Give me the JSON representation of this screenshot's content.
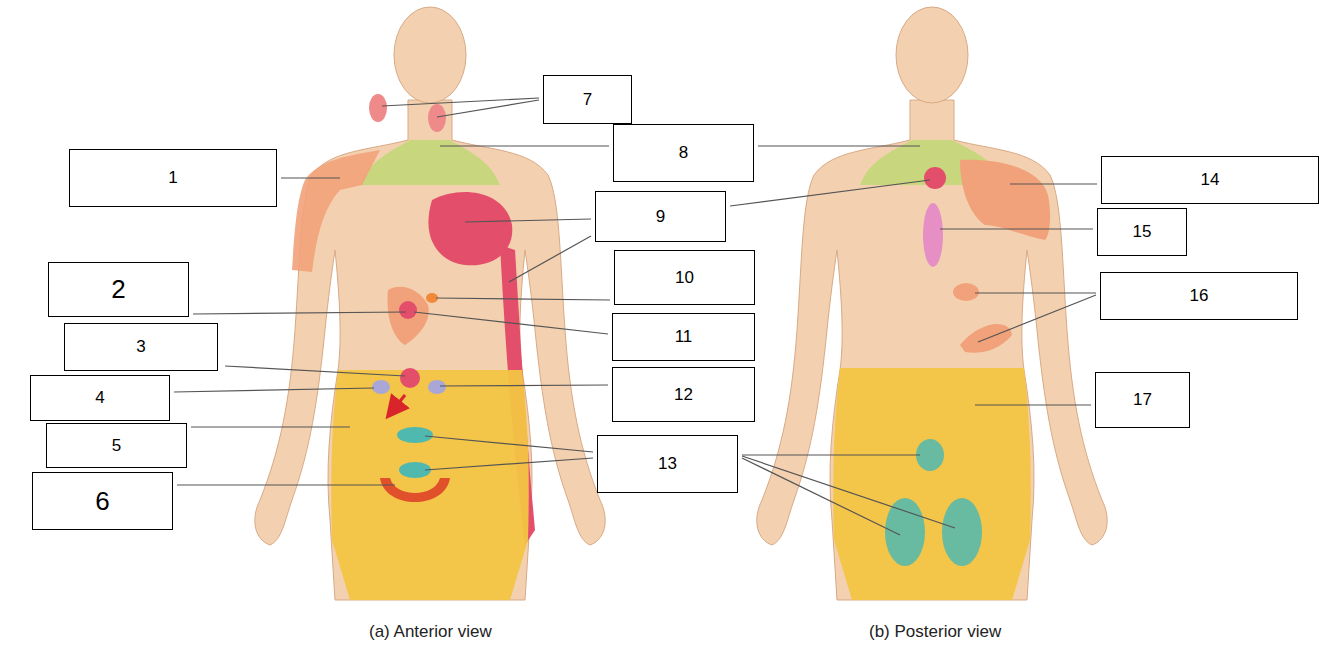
{
  "diagram": {
    "nodes": [
      {
        "text": [
          "1"
        ]
      },
      {
        "text": [
          "2"
        ]
      },
      {
        "text": [
          "3"
        ]
      },
      {
        "text": [
          "4"
        ]
      },
      {
        "text": [
          "5"
        ]
      },
      {
        "text": [
          "6"
        ]
      },
      {
        "text": [
          "7"
        ]
      },
      {
        "text": [
          "8"
        ]
      },
      {
        "text": [
          "9"
        ]
      },
      {
        "text": [
          "10"
        ]
      },
      {
        "text": [
          "11"
        ]
      },
      {
        "text": [
          "12"
        ]
      },
      {
        "text": [
          "13"
        ]
      },
      {
        "text": [
          "14"
        ]
      },
      {
        "text": [
          "15"
        ]
      },
      {
        "text": [
          "16"
        ]
      },
      {
        "text": [
          "17"
        ]
      }
    ],
    "labels": [
      "(a) Anterior view",
      "(b) Posterior view"
    ]
  }
}
